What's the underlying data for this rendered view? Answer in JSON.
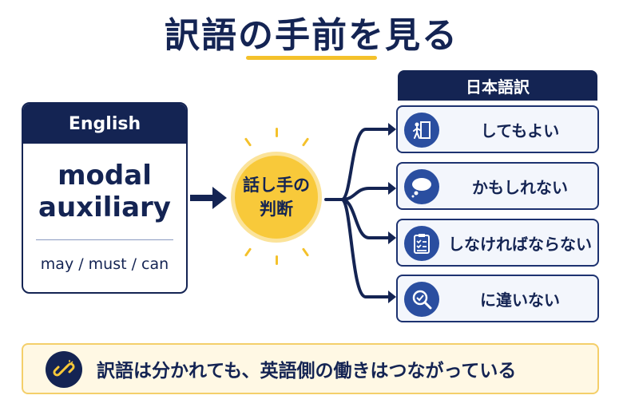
{
  "title": "訳語の手前を見る",
  "english": {
    "header": "English",
    "main_line1": "modal",
    "main_line2": "auxiliary",
    "examples": "may / must / can"
  },
  "center": {
    "line1": "話し手の",
    "line2": "判断"
  },
  "japanese": {
    "header": "日本語訳",
    "items": [
      {
        "label": "してもよい",
        "icon": "door-exit-icon"
      },
      {
        "label": "かもしれない",
        "icon": "thought-bubble-icon"
      },
      {
        "label": "しなければならない",
        "icon": "checklist-icon"
      },
      {
        "label": "に違いない",
        "icon": "magnifier-check-icon"
      }
    ]
  },
  "footer": {
    "text": "訳語は分かれても、英語側の働きはつながっている",
    "icon": "link-icon"
  },
  "colors": {
    "navy": "#142453",
    "accent_blue": "#2a4ea0",
    "yellow": "#f8c93a",
    "footer_bg": "#fff8e4"
  }
}
